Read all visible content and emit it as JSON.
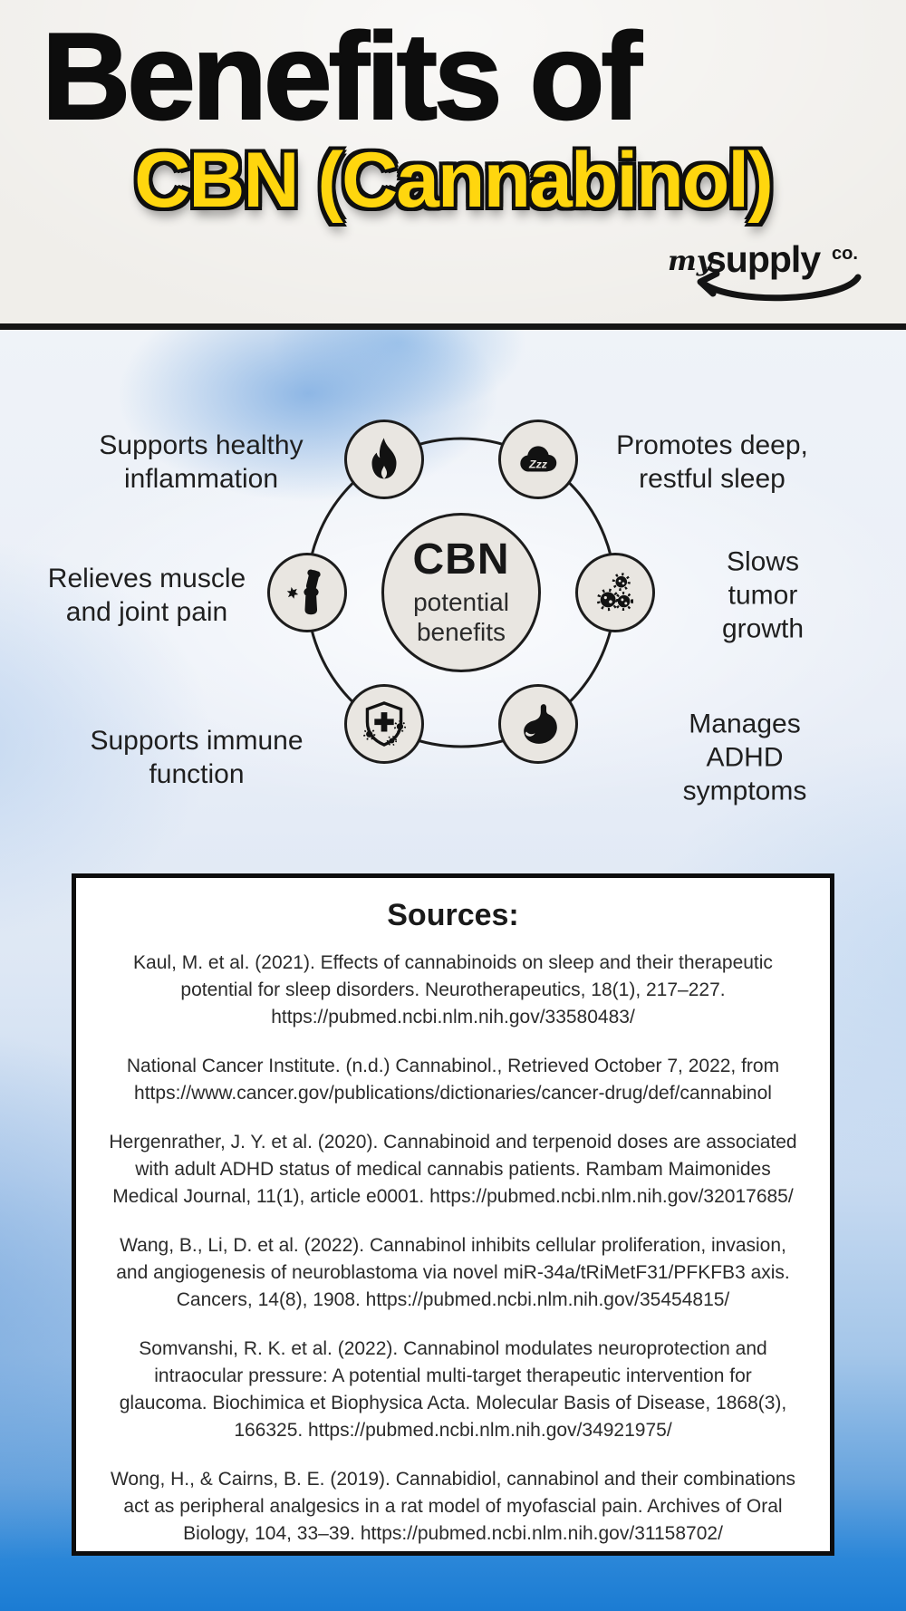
{
  "header": {
    "title_line1": "Benefits of",
    "title_line2": "CBN (Cannabinol)",
    "logo": {
      "part1": "my",
      "part2": "supply",
      "part3": "co."
    }
  },
  "diagram": {
    "center": {
      "title": "CBN",
      "subtitle": "potential\nbenefits"
    },
    "benefits": [
      {
        "icon": "flame-icon",
        "label": "Supports healthy\ninflammation"
      },
      {
        "icon": "sleep-cloud-icon",
        "label": "Promotes deep,\nrestful sleep"
      },
      {
        "icon": "knee-joint-icon",
        "label": "Relieves muscle\nand joint pain"
      },
      {
        "icon": "tumor-cells-icon",
        "label": "Slows tumor\ngrowth"
      },
      {
        "icon": "immune-shield-icon",
        "label": "Supports immune\nfunction"
      },
      {
        "icon": "stomach-icon",
        "label": "Manages ADHD\nsymptoms"
      }
    ],
    "sleep_icon_text": "Zzz"
  },
  "sources": {
    "title": "Sources:",
    "citations": [
      "Kaul, M. et al. (2021). Effects of cannabinoids on sleep and their therapeutic\npotential for sleep disorders. Neurotherapeutics, 18(1), 217–227.\nhttps://pubmed.ncbi.nlm.nih.gov/33580483/",
      "National Cancer Institute. (n.d.) Cannabinol., Retrieved October 7, 2022, from\nhttps://www.cancer.gov/publications/dictionaries/cancer-drug/def/cannabinol",
      "Hergenrather, J. Y. et al. (2020). Cannabinoid and terpenoid doses are associated\nwith adult ADHD status of medical cannabis patients. Rambam Maimonides\nMedical Journal, 11(1), article e0001. https://pubmed.ncbi.nlm.nih.gov/32017685/",
      "Wang, B., Li, D. et al. (2022). Cannabinol inhibits cellular proliferation, invasion,\nand angiogenesis of neuroblastoma via novel miR-34a/tRiMetF31/PFKFB3 axis.\nCancers, 14(8), 1908. https://pubmed.ncbi.nlm.nih.gov/35454815/",
      "Somvanshi, R. K. et al. (2022). Cannabinol modulates neuroprotection and\nintraocular pressure: A potential multi-target therapeutic intervention for\nglaucoma. Biochimica et Biophysica Acta. Molecular Basis of Disease, 1868(3),\n166325. https://pubmed.ncbi.nlm.nih.gov/34921975/",
      "Wong, H., & Cairns, B. E. (2019). Cannabidiol, cannabinol and their combinations\nact as peripheral analgesics in a rat model of myofascial pain. Archives of Oral\nBiology, 104, 33–39. https://pubmed.ncbi.nlm.nih.gov/31158702/"
    ]
  },
  "colors": {
    "paper": "#f0eeea",
    "accent_yellow": "#ffd60e",
    "ink": "#111111",
    "circle_fill": "#e9e6e1",
    "sky_blue_deep": "#1b7cd3"
  }
}
